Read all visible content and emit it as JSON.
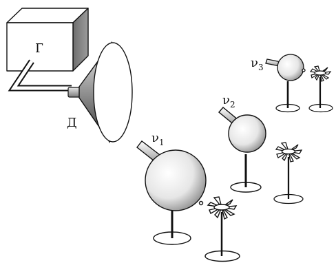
{
  "labels": {
    "generator": "Г",
    "horn": "Д",
    "resonator_1": "ν",
    "resonator_2": "ν",
    "resonator_3": "ν",
    "subscript_1": "1",
    "subscript_2": "2",
    "subscript_3": "3"
  },
  "colors": {
    "stroke": "#111111",
    "fill": "#ffffff",
    "shade": "#8a8a8a"
  }
}
